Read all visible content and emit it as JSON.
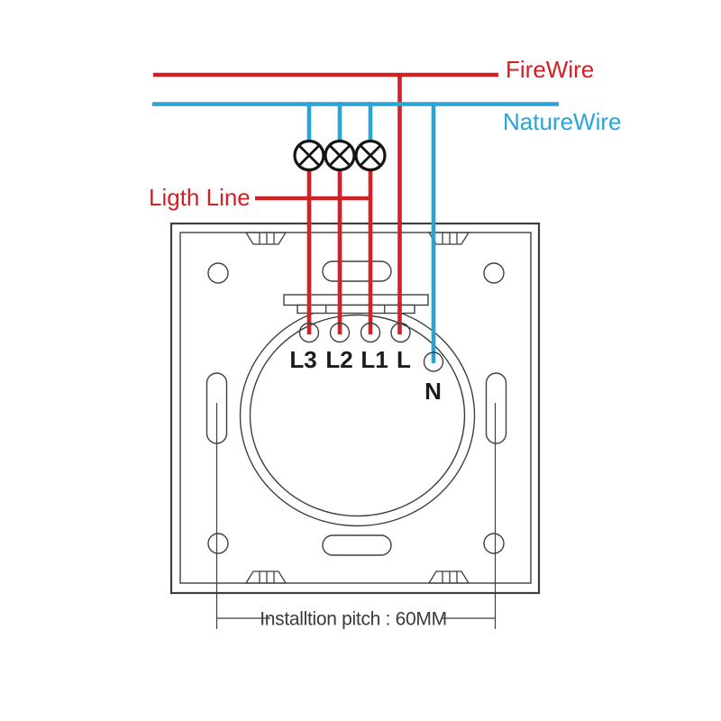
{
  "wires": {
    "fire_wire": {
      "label": "FireWire",
      "color": "#d22027"
    },
    "nature_wire": {
      "label": "NatureWire",
      "color": "#29a4d6"
    },
    "light_line": {
      "label": "Ligth Line",
      "color": "#d22027"
    }
  },
  "lamps": {
    "count": 3,
    "symbol": "circle-with-x"
  },
  "terminals": {
    "items": [
      {
        "label": "L3"
      },
      {
        "label": "L2"
      },
      {
        "label": "L1"
      },
      {
        "label": "L"
      },
      {
        "label": "N"
      }
    ]
  },
  "dimension": {
    "label": "Installtion pitch : 60MM"
  },
  "colors": {
    "wire_red": "#d22027",
    "wire_blue": "#29a4d6",
    "plate_outline": "#3f3f3f",
    "lamp_outline": "#151515",
    "terminal_label": "#1c1c1c",
    "dimension_text": "#3a3a3a",
    "background": "#ffffff"
  }
}
